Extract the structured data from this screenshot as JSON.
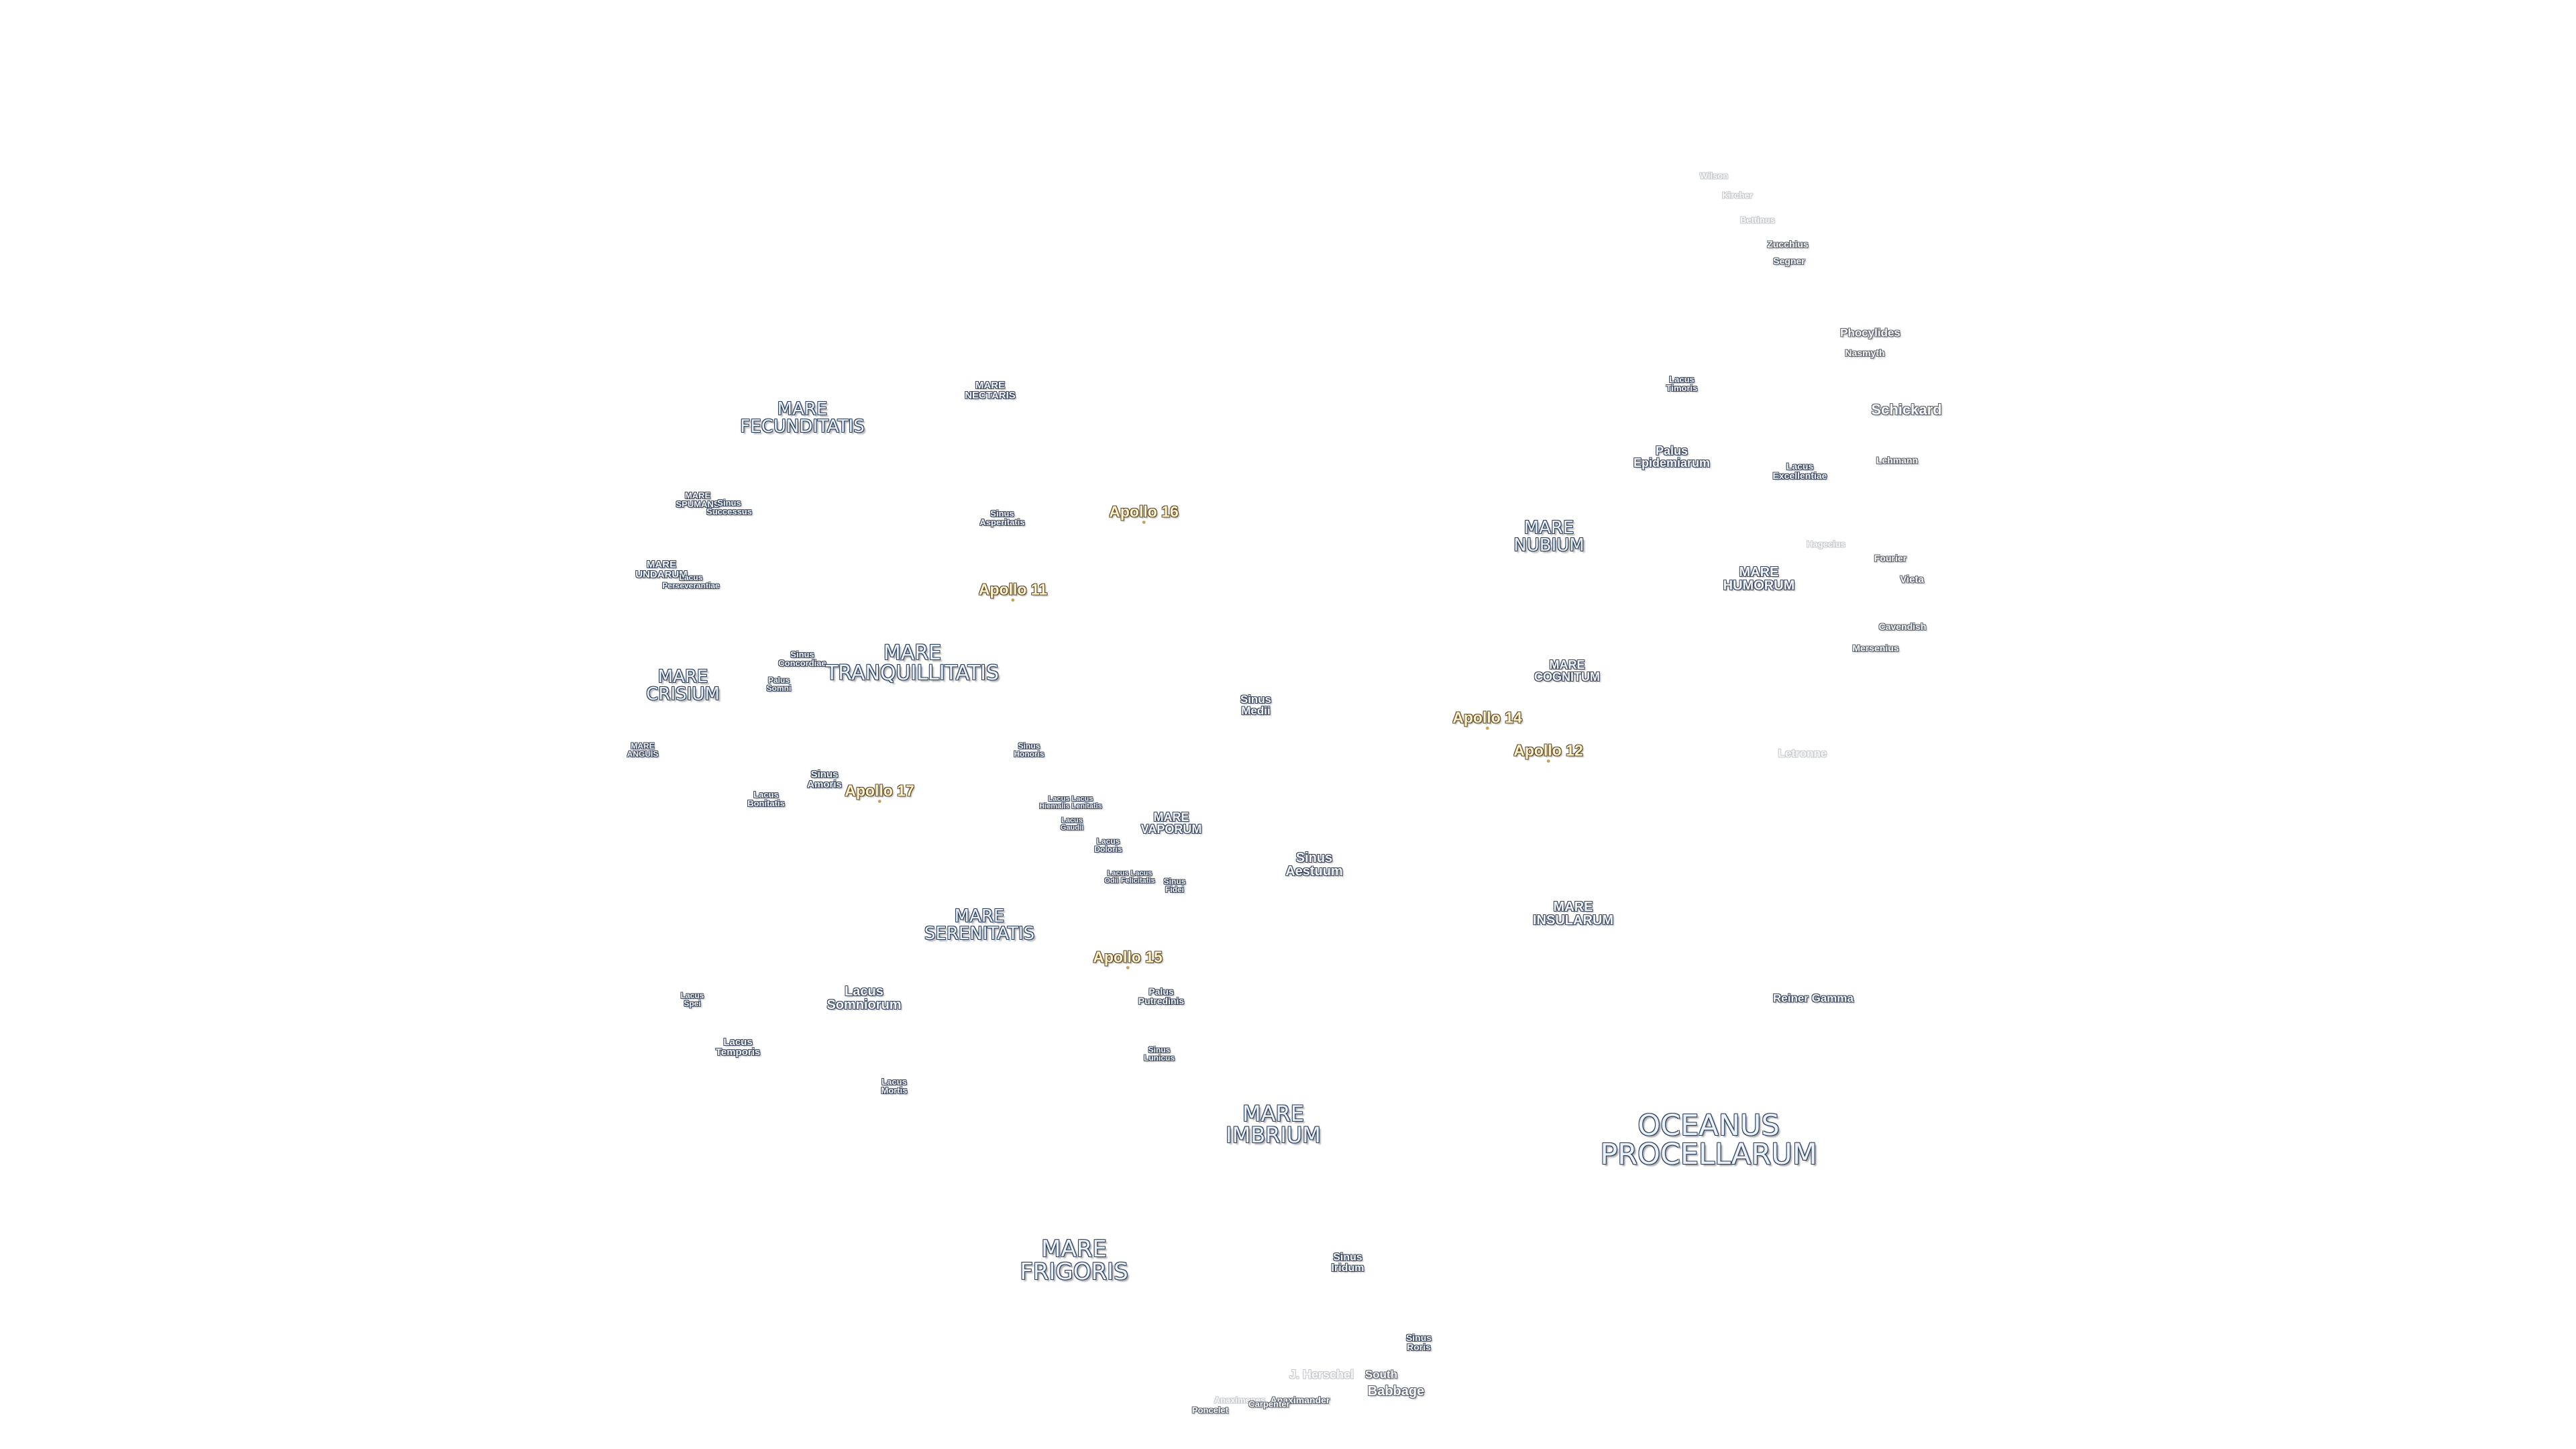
{
  "map": {
    "features": [
      {
        "name": "Wilson",
        "class": "faint"
      },
      {
        "name": "Kircher",
        "class": "faint"
      },
      {
        "name": "Bettinus",
        "class": "faint"
      },
      {
        "name": "Zucchius",
        "class": "crater"
      },
      {
        "name": "Segner",
        "class": "crater"
      },
      {
        "name": "Phocylides",
        "class": "crater"
      },
      {
        "name": "Nasmyth",
        "class": "crater"
      },
      {
        "name": "Lacus Timoris",
        "class": "small"
      },
      {
        "name": "Schickard",
        "class": "crater"
      },
      {
        "name": "Palus Epidemiarum",
        "class": "small"
      },
      {
        "name": "Lacus Excellentiae",
        "class": "small"
      },
      {
        "name": "Lehmann",
        "class": "crater"
      },
      {
        "name": "MARE FECUNDITATIS",
        "class": "sea"
      },
      {
        "name": "MARE NECTARIS",
        "class": "small"
      },
      {
        "name": "MARE SPUMANS",
        "class": "small"
      },
      {
        "name": "Sinus Successus",
        "class": "small"
      },
      {
        "name": "Sinus Asperitatis",
        "class": "small"
      },
      {
        "name": "Apollo 16",
        "class": "apollo"
      },
      {
        "name": "MARE NUBIUM",
        "class": "sea"
      },
      {
        "name": "Hagecius",
        "class": "faint"
      },
      {
        "name": "Fourier",
        "class": "crater"
      },
      {
        "name": "MARE HUMORUM",
        "class": "small"
      },
      {
        "name": "Vieta",
        "class": "crater"
      },
      {
        "name": "MARE UNDARUM",
        "class": "small"
      },
      {
        "name": "Lacus Perseverantiae",
        "class": "small"
      },
      {
        "name": "Apollo 11",
        "class": "apollo"
      },
      {
        "name": "Cavendish",
        "class": "crater"
      },
      {
        "name": "Mersenius",
        "class": "crater"
      },
      {
        "name": "Sinus Concordiae",
        "class": "small"
      },
      {
        "name": "MARE TRANQUILLITATIS",
        "class": "sea"
      },
      {
        "name": "MARE CRISIUM",
        "class": "sea"
      },
      {
        "name": "Palus Somni",
        "class": "small"
      },
      {
        "name": "MARE COGNITUM",
        "class": "small"
      },
      {
        "name": "Sinus Medii",
        "class": "small"
      },
      {
        "name": "Apollo 14",
        "class": "apollo"
      },
      {
        "name": "MARE ANGUIS",
        "class": "small"
      },
      {
        "name": "Sinus Honoris",
        "class": "small"
      },
      {
        "name": "Apollo 12",
        "class": "apollo"
      },
      {
        "name": "Letronne",
        "class": "faint"
      },
      {
        "name": "Sinus Amoris",
        "class": "small"
      },
      {
        "name": "Lacus Bonitatis",
        "class": "small"
      },
      {
        "name": "Apollo 17",
        "class": "apollo"
      },
      {
        "name": "Lacus Lacus Hiemalis Lenitatis",
        "class": "small"
      },
      {
        "name": "Lacus Gaudii",
        "class": "small"
      },
      {
        "name": "MARE VAPORUM",
        "class": "small"
      },
      {
        "name": "Lacus Doloris",
        "class": "small"
      },
      {
        "name": "Sinus Aestuum",
        "class": "small"
      },
      {
        "name": "Lacus Lacus Odii Felicitatis",
        "class": "small"
      },
      {
        "name": "Sinus Fidei",
        "class": "small"
      },
      {
        "name": "MARE INSULARUM",
        "class": "small"
      },
      {
        "name": "MARE SERENITATIS",
        "class": "sea"
      },
      {
        "name": "Apollo 15",
        "class": "apollo"
      },
      {
        "name": "Palus Putredinis",
        "class": "small"
      },
      {
        "name": "Lacus Spei",
        "class": "small"
      },
      {
        "name": "Lacus Somniorum",
        "class": "small"
      },
      {
        "name": "Reiner Gamma",
        "class": "small"
      },
      {
        "name": "Lacus Temporis",
        "class": "small"
      },
      {
        "name": "Sinus Lunicus",
        "class": "small"
      },
      {
        "name": "Lacus Mortis",
        "class": "small"
      },
      {
        "name": "MARE IMBRIUM",
        "class": "sea"
      },
      {
        "name": "OCEANUS PROCELLARUM",
        "class": "sea"
      },
      {
        "name": "MARE FRIGORIS",
        "class": "sea"
      },
      {
        "name": "Sinus Iridum",
        "class": "small"
      },
      {
        "name": "Sinus Roris",
        "class": "small"
      },
      {
        "name": "J. Herschel",
        "class": "faint"
      },
      {
        "name": "South",
        "class": "crater"
      },
      {
        "name": "Babbage",
        "class": "crater"
      },
      {
        "name": "Anaximenes",
        "class": "faint"
      },
      {
        "name": "Anaximander",
        "class": "crater"
      },
      {
        "name": "Carpenter",
        "class": "crater"
      },
      {
        "name": "Poncelet",
        "class": "crater"
      }
    ]
  }
}
